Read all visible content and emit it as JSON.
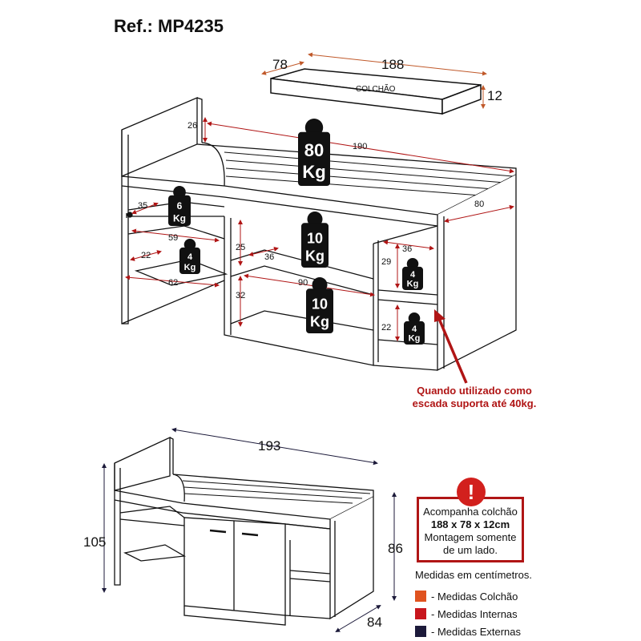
{
  "title": "Ref.: MP4235",
  "mattress": {
    "label": "COLCHÃO",
    "dim_depth": "78",
    "dim_length": "188",
    "dim_height": "12"
  },
  "top_view": {
    "dims": {
      "d26": "26",
      "d190": "190",
      "d80": "80",
      "d35": "35",
      "d59": "59",
      "d22a": "22",
      "d62": "62",
      "d25": "25",
      "d32": "32",
      "d36a": "36",
      "d90": "90",
      "d36b": "36",
      "d29": "29",
      "d22b": "22"
    },
    "weights": [
      {
        "value": "80",
        "unit": "Kg"
      },
      {
        "value": "6",
        "unit": "Kg"
      },
      {
        "value": "4",
        "unit": "Kg"
      },
      {
        "value": "10",
        "unit": "Kg"
      },
      {
        "value": "10",
        "unit": "Kg"
      },
      {
        "value": "4",
        "unit": "Kg"
      },
      {
        "value": "4",
        "unit": "Kg"
      }
    ],
    "ladder_note_line1": "Quando utilizado como",
    "ladder_note_line2": "escada suporta até 40kg."
  },
  "bottom_view": {
    "d193": "193",
    "d105": "105",
    "d86": "86",
    "d84": "84"
  },
  "info_box": {
    "icon": "exclamation-icon",
    "line1": "Acompanha colchão",
    "line2": "188 x 78 x 12cm",
    "line3": "Montagem somente",
    "line4": "de um lado."
  },
  "legend": {
    "heading": "Medidas em centímetros.",
    "items": [
      {
        "label": "- Medidas Colchão",
        "color": "#e0531f"
      },
      {
        "label": "- Medidas Internas",
        "color": "#c8161d"
      },
      {
        "label": "- Medidas Externas",
        "color": "#1c1a3a"
      }
    ]
  },
  "colors": {
    "mattress_dim": "#c0592a",
    "internal_dim": "#b01515",
    "external_dim": "#1c1a3a",
    "line": "#111111"
  }
}
